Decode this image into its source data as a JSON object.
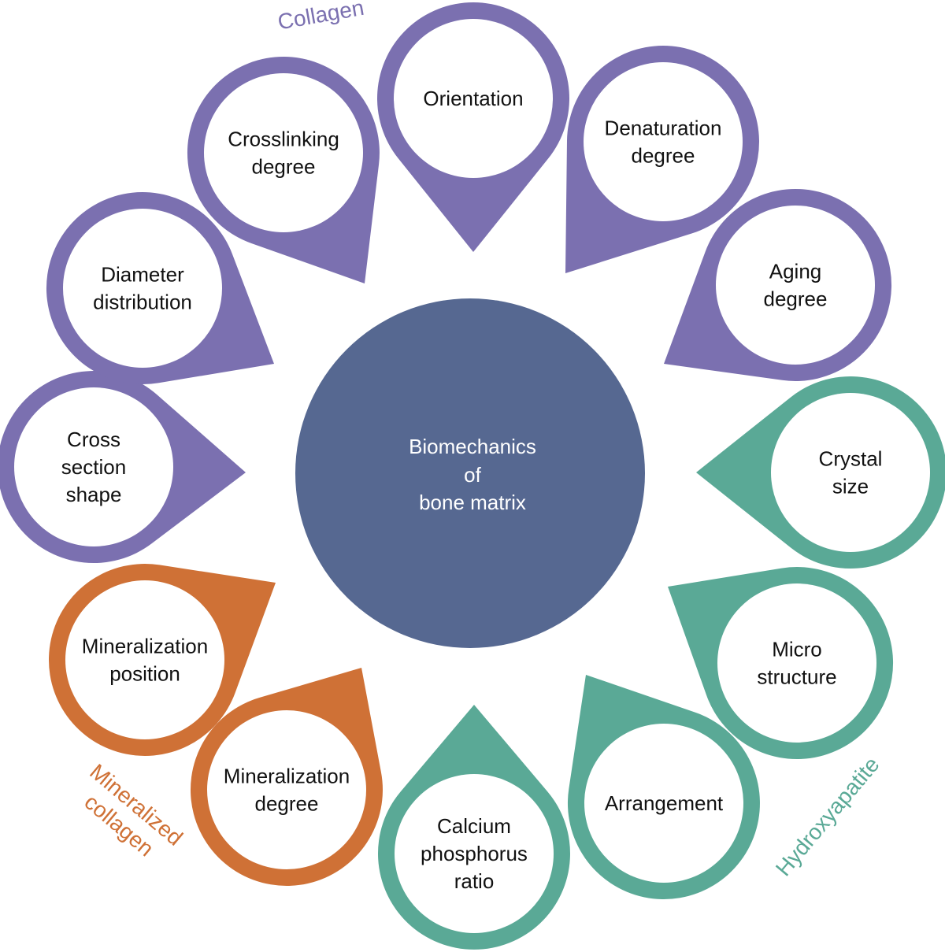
{
  "colors": {
    "collagen": "#7b70b0",
    "mineralized": "#cf7136",
    "hydroxyapatite": "#5aa996",
    "center": "#566891",
    "inner": "#ffffff",
    "text": "#111111"
  },
  "center": {
    "lines": [
      "Biomechanics",
      "of",
      "bone matrix"
    ]
  },
  "groups": [
    {
      "id": "collagen",
      "label": "Collagen"
    },
    {
      "id": "mineralized",
      "label": "Mineralized collagen",
      "lines": [
        "Mineralized",
        "collagen"
      ]
    },
    {
      "id": "hydroxyapatite",
      "label": "Hydroxyapatite"
    }
  ],
  "nodes": [
    {
      "id": "orientation",
      "group": "collagen",
      "lines": [
        "Orientation"
      ]
    },
    {
      "id": "denaturation",
      "group": "collagen",
      "lines": [
        "Denaturation",
        "degree"
      ]
    },
    {
      "id": "aging",
      "group": "collagen",
      "lines": [
        "Aging",
        "degree"
      ]
    },
    {
      "id": "crystal",
      "group": "hydroxyapatite",
      "lines": [
        "Crystal",
        "size"
      ]
    },
    {
      "id": "micro",
      "group": "hydroxyapatite",
      "lines": [
        "Micro",
        "structure"
      ]
    },
    {
      "id": "arrangement",
      "group": "hydroxyapatite",
      "lines": [
        "Arrangement"
      ]
    },
    {
      "id": "calcium",
      "group": "hydroxyapatite",
      "lines": [
        "Calcium",
        "phosphorus",
        "ratio"
      ]
    },
    {
      "id": "min-degree",
      "group": "mineralized",
      "lines": [
        "Mineralization",
        "degree"
      ]
    },
    {
      "id": "min-position",
      "group": "mineralized",
      "lines": [
        "Mineralization",
        "position"
      ]
    },
    {
      "id": "cross-section",
      "group": "collagen",
      "lines": [
        "Cross",
        "section",
        "shape"
      ]
    },
    {
      "id": "diameter",
      "group": "collagen",
      "lines": [
        "Diameter",
        "distribution"
      ]
    },
    {
      "id": "crosslinking",
      "group": "collagen",
      "lines": [
        "Crosslinking",
        "degree"
      ]
    }
  ]
}
